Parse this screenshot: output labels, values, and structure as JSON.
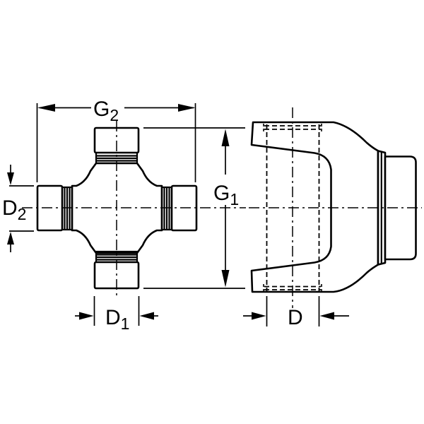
{
  "page": {
    "background": "#ffffff"
  },
  "diagram": {
    "type": "technical-drawing",
    "subject": "universal-joint-cross-and-end-yoke",
    "colors": {
      "line": "#000000",
      "background": "#ffffff"
    },
    "views": [
      {
        "name": "u-joint-cross",
        "position": "left"
      },
      {
        "name": "end-yoke",
        "position": "right"
      }
    ],
    "dimension_labels": {
      "g2": {
        "main": "G",
        "sub": "2"
      },
      "g1": {
        "main": "G",
        "sub": "1"
      },
      "d2": {
        "main": "D",
        "sub": "2"
      },
      "d1": {
        "main": "D",
        "sub": "1"
      },
      "d": {
        "main": "D",
        "sub": ""
      }
    }
  }
}
